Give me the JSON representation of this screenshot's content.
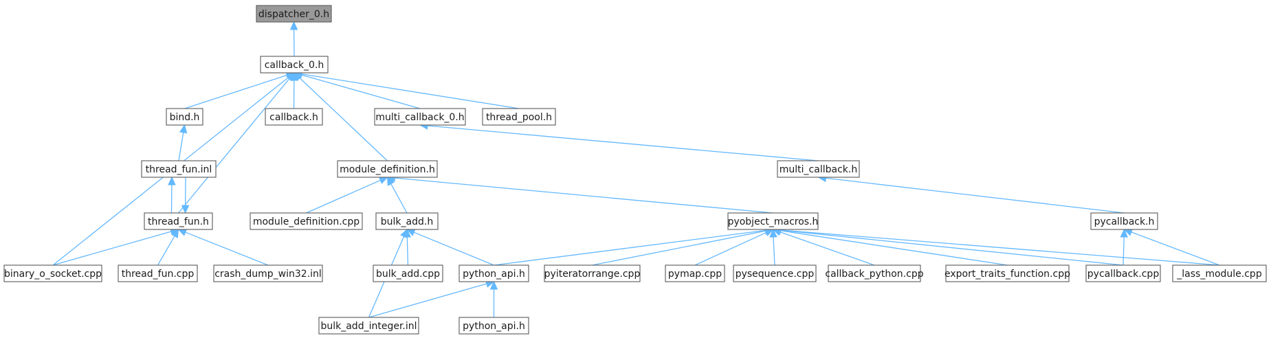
{
  "graph": {
    "accent_color": "#63b8ff",
    "nodes": {
      "dispatcher_0_h": "dispatcher_0.h",
      "callback_0_h": "callback_0.h",
      "bind_h": "bind.h",
      "callback_h": "callback.h",
      "multi_callback_0_h": "multi_callback_0.h",
      "thread_pool_h": "thread_pool.h",
      "thread_fun_inl": "thread_fun.inl",
      "module_definition_h": "module_definition.h",
      "multi_callback_h": "multi_callback.h",
      "thread_fun_h": "thread_fun.h",
      "module_definition_cpp": "module_definition.cpp",
      "bulk_add_h": "bulk_add.h",
      "pyobject_macros_h": "pyobject_macros.h",
      "pycallback_h": "pycallback.h",
      "binary_o_socket_cpp": "binary_o_socket.cpp",
      "thread_fun_cpp": "thread_fun.cpp",
      "crash_dump_win32_inl": "crash_dump_win32.inl",
      "bulk_add_cpp": "bulk_add.cpp",
      "python_api_h_1": "python_api.h",
      "pyiteratorrange_cpp": "pyiteratorrange.cpp",
      "pymap_cpp": "pymap.cpp",
      "pysequence_cpp": "pysequence.cpp",
      "callback_python_cpp": "callback_python.cpp",
      "export_traits_function_cpp": "export_traits_function.cpp",
      "pycallback_cpp": "pycallback.cpp",
      "lass_module_cpp": "_lass_module.cpp",
      "bulk_add_integer_inl": "bulk_add_integer.inl",
      "python_api_h_2": "python_api.h"
    },
    "edges": [
      [
        "callback_0_h",
        "dispatcher_0_h"
      ],
      [
        "bind_h",
        "callback_0_h"
      ],
      [
        "callback_h",
        "callback_0_h"
      ],
      [
        "multi_callback_0_h",
        "callback_0_h"
      ],
      [
        "thread_pool_h",
        "callback_0_h"
      ],
      [
        "module_definition_h",
        "callback_0_h"
      ],
      [
        "thread_fun_h",
        "callback_0_h"
      ],
      [
        "binary_o_socket_cpp",
        "callback_0_h"
      ],
      [
        "thread_fun_inl",
        "bind_h"
      ],
      [
        "multi_callback_h",
        "multi_callback_0_h"
      ],
      [
        "thread_fun_h",
        "thread_fun_inl"
      ],
      [
        "thread_fun_inl",
        "thread_fun_h"
      ],
      [
        "module_definition_cpp",
        "module_definition_h"
      ],
      [
        "bulk_add_h",
        "module_definition_h"
      ],
      [
        "pyobject_macros_h",
        "module_definition_h"
      ],
      [
        "pycallback_h",
        "multi_callback_h"
      ],
      [
        "binary_o_socket_cpp",
        "thread_fun_h"
      ],
      [
        "thread_fun_cpp",
        "thread_fun_h"
      ],
      [
        "crash_dump_win32_inl",
        "thread_fun_h"
      ],
      [
        "bulk_add_cpp",
        "bulk_add_h"
      ],
      [
        "python_api_h_1",
        "bulk_add_h"
      ],
      [
        "bulk_add_integer_inl",
        "bulk_add_h"
      ],
      [
        "python_api_h_1",
        "pyobject_macros_h"
      ],
      [
        "pyiteratorrange_cpp",
        "pyobject_macros_h"
      ],
      [
        "pymap_cpp",
        "pyobject_macros_h"
      ],
      [
        "pysequence_cpp",
        "pyobject_macros_h"
      ],
      [
        "callback_python_cpp",
        "pyobject_macros_h"
      ],
      [
        "export_traits_function_cpp",
        "pyobject_macros_h"
      ],
      [
        "pycallback_cpp",
        "pyobject_macros_h"
      ],
      [
        "lass_module_cpp",
        "pyobject_macros_h"
      ],
      [
        "pycallback_cpp",
        "pycallback_h"
      ],
      [
        "lass_module_cpp",
        "pycallback_h"
      ],
      [
        "bulk_add_integer_inl",
        "python_api_h_1"
      ],
      [
        "python_api_h_2",
        "python_api_h_1"
      ]
    ]
  }
}
